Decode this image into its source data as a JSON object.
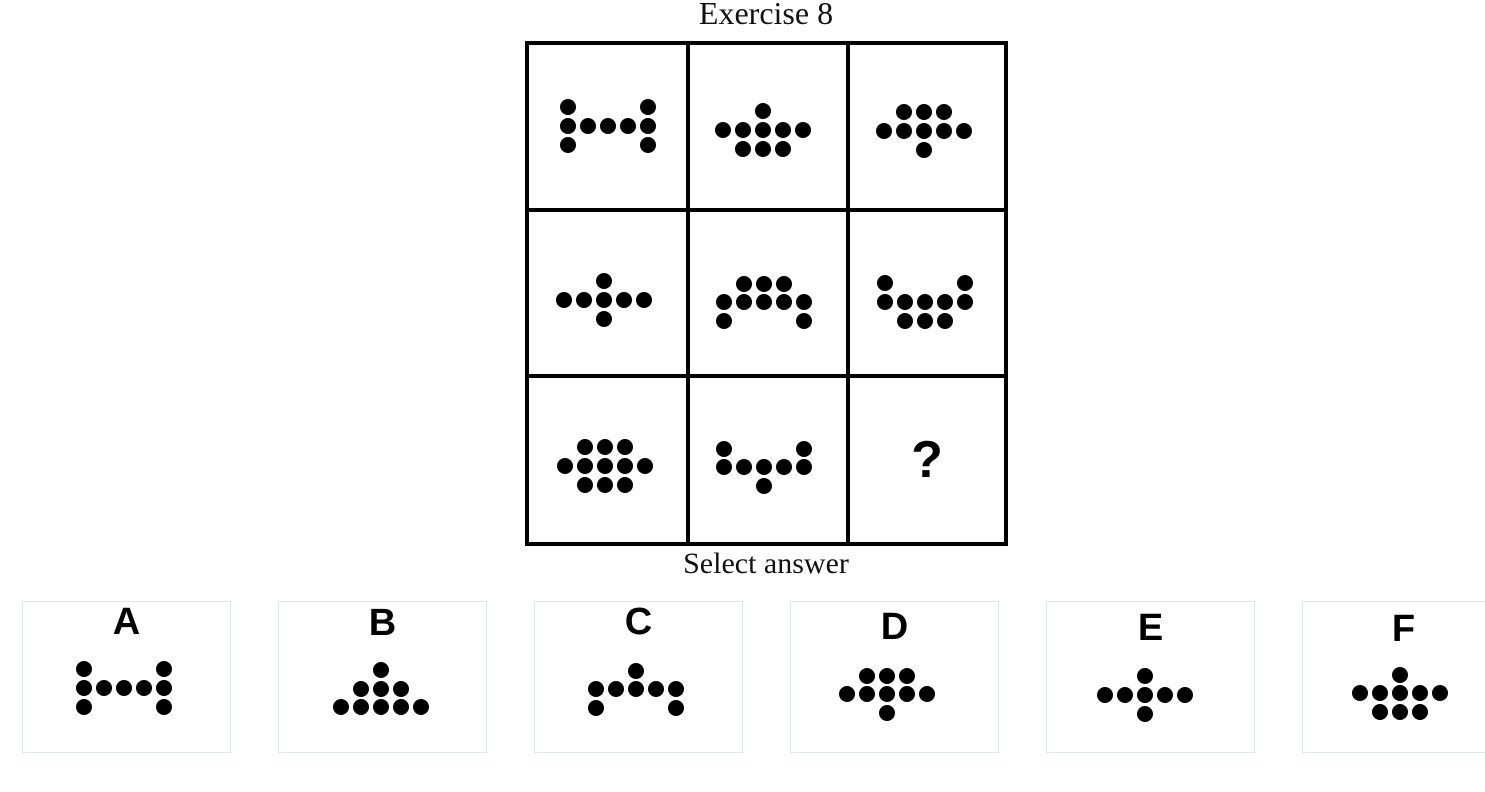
{
  "title": "Exercise 8",
  "select_label": "Select answer",
  "missing_mark": "?",
  "options": [
    {
      "letter": "A"
    },
    {
      "letter": "B"
    },
    {
      "letter": "C"
    },
    {
      "letter": "D"
    },
    {
      "letter": "E"
    },
    {
      "letter": "F"
    }
  ]
}
